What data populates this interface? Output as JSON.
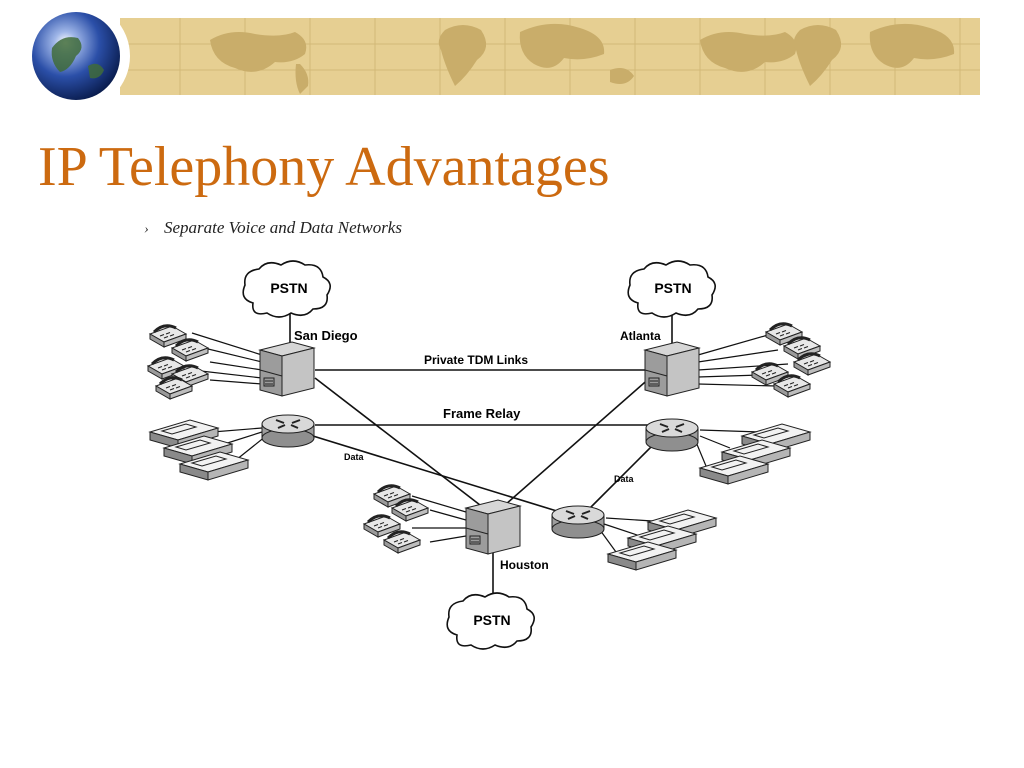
{
  "slide": {
    "title": "IP Telephony Advantages",
    "subtitle": "Separate Voice and Data Networks",
    "bullet_glyph": "›"
  },
  "colors": {
    "title": "#cc6a10",
    "banner": "#e6cf92",
    "banner_map": "#c9ad6a"
  },
  "diagram": {
    "pstn_label": "PSTN",
    "sites": {
      "san_diego": "San Diego",
      "atlanta": "Atlanta",
      "houston": "Houston"
    },
    "links": {
      "tdm": "Private TDM Links",
      "frame_relay": "Frame Relay",
      "data_left": "Data",
      "data_right": "Data"
    },
    "icons": [
      "globe-icon",
      "pstn-cloud-icon",
      "pbx-server-icon",
      "router-icon",
      "telephone-icon",
      "workstation-icon"
    ]
  }
}
